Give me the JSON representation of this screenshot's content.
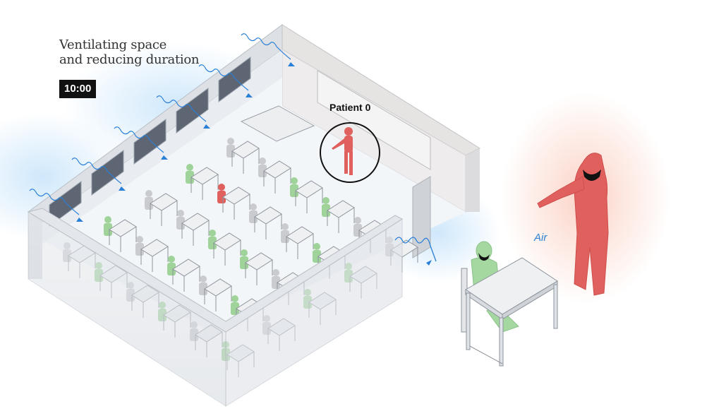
{
  "title": {
    "line1": "Ventilating space",
    "line2": "and reducing duration"
  },
  "timer": "10:00",
  "labels": {
    "patient": "Patient 0",
    "air": "Air"
  },
  "colors": {
    "infected": "#e0605e",
    "exposed": "#9fd39a",
    "healthy": "#c9cbcf",
    "air": "#2a7fd6",
    "glow_blue": "#cfe8fb",
    "glow_red": "#fbd9cf"
  }
}
